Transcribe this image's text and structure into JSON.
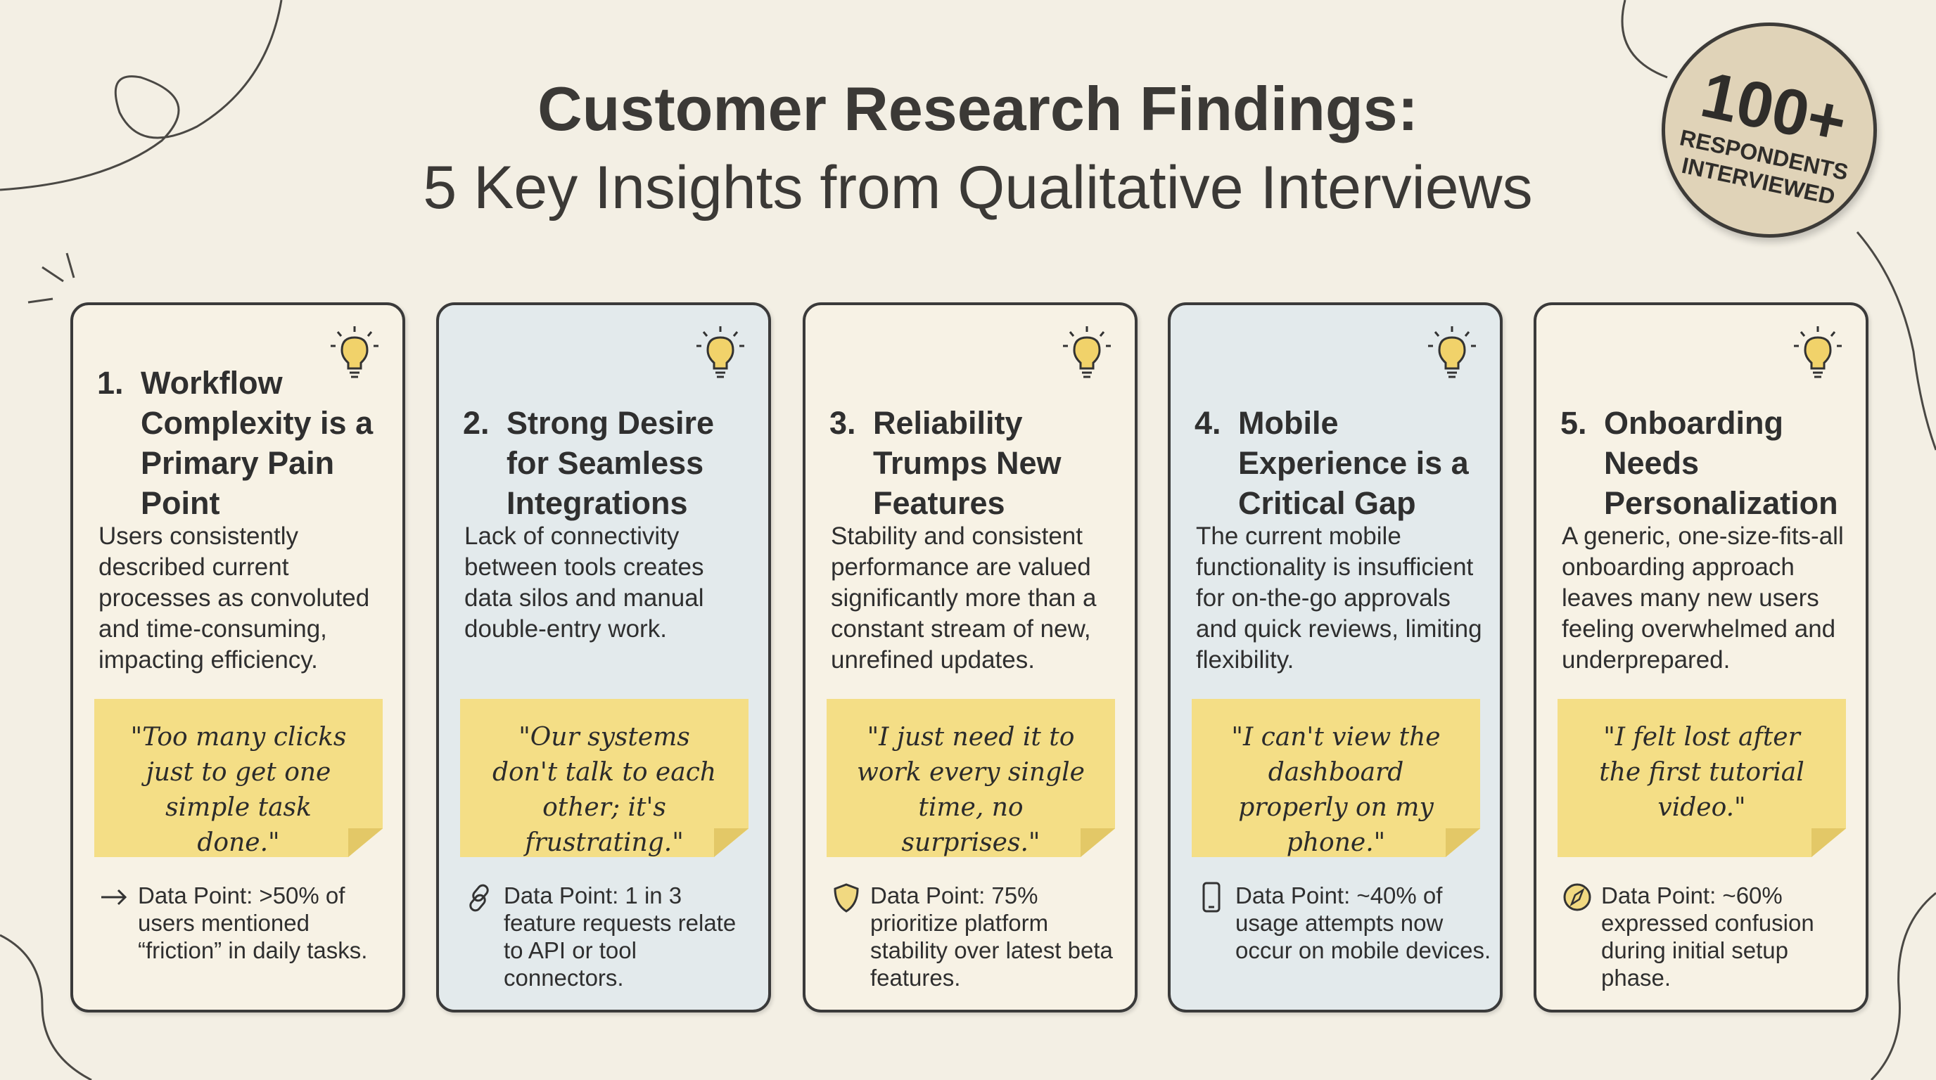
{
  "title": {
    "line1": "Customer Research Findings:",
    "line2": "5 Key Insights from Qualitative Interviews"
  },
  "badge": {
    "number": "100+",
    "label_line1": "RESPONDENTS",
    "label_line2": "INTERVIEWED"
  },
  "colors": {
    "background": "#f3efe4",
    "card_cream": "#f7f2e5",
    "card_blue": "#e3eaec",
    "sticky_note": "#f4de86"
  },
  "cards": [
    {
      "number": "1.",
      "heading": "Workflow Complexity is a Primary Pain Point",
      "body": "Users consistently described current processes as convoluted and time-consuming, impacting efficiency.",
      "quote": "\"Too many clicks just to get one simple task done.\"",
      "data_point": "Data Point: >50% of users mentioned “friction” in daily tasks.",
      "icon": "arrow-right-icon"
    },
    {
      "number": "2.",
      "heading": "Strong Desire for Seamless Integrations",
      "body": "Lack of connectivity between tools creates data silos and manual double-entry work.",
      "quote": "\"Our systems don't talk to each other; it's frustrating.\"",
      "data_point": "Data Point: 1 in 3 feature requests relate to API or tool connectors.",
      "icon": "link-icon"
    },
    {
      "number": "3.",
      "heading": "Reliability Trumps New Features",
      "body": "Stability and consistent performance are valued significantly more than a constant stream of new, unrefined updates.",
      "quote": "\"I just need it to work every single time, no surprises.\"",
      "data_point": "Data Point: 75% prioritize platform stability over latest beta features.",
      "icon": "shield-icon"
    },
    {
      "number": "4.",
      "heading": "Mobile Experience is a Critical Gap",
      "body": "The current mobile functionality is insufficient for on-the-go approvals and quick reviews, limiting flexibility.",
      "quote": "\"I can't view the dashboard properly on my phone.\"",
      "data_point": "Data Point: ~40% of usage attempts now occur on mobile devices.",
      "icon": "mobile-phone-icon"
    },
    {
      "number": "5.",
      "heading": "Onboarding Needs Personalization",
      "body": "A generic, one-size-fits-all onboarding approach leaves many new users feeling overwhelmed and underprepared.",
      "quote": "\"I felt lost after the first tutorial video.\"",
      "data_point": "Data Point: ~60% expressed confusion during initial setup phase.",
      "icon": "compass-icon"
    }
  ]
}
